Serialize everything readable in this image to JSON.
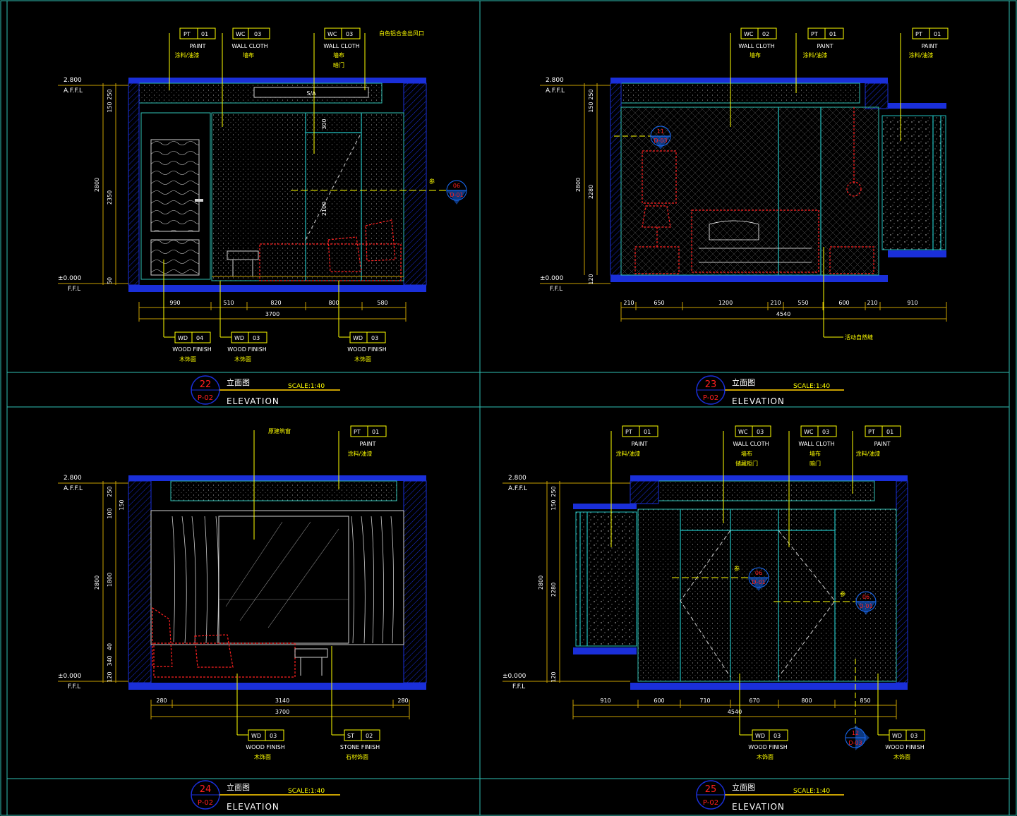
{
  "sheet": {
    "colors": {
      "background": "#000000",
      "frame": "#2fbfb4",
      "wall": "#1a2fd9",
      "dimension": "#c8a000",
      "leader": "#ffff00",
      "text": "#ffffff",
      "furniture": "#ff2020",
      "glass": "#20c0c0"
    }
  },
  "panels": [
    {
      "id": "p22",
      "number": "22",
      "sheet_ref": "P-02",
      "title_cn": "立面图",
      "title_en": "ELEVATION",
      "scale": "SCALE:1:40",
      "level_top": "2.800",
      "level_top_label": "A.F.F.L",
      "level_bottom": "±0.000",
      "level_bottom_label": "F.F.L",
      "vertical_dims": [
        "250",
        "150",
        "2800",
        "2350",
        "2100",
        "50",
        "300"
      ],
      "horizontal_dims": [
        "990",
        "510",
        "820",
        "800",
        "580"
      ],
      "total_dim": "3700",
      "top_tags": [
        {
          "code": "PT",
          "num": "01",
          "en": "PAINT",
          "cn": "涂料/油漆",
          "cn2": ""
        },
        {
          "code": "WC",
          "num": "03",
          "en": "WALL CLOTH",
          "cn": "墙布",
          "cn2": ""
        },
        {
          "code": "WC",
          "num": "03",
          "en": "WALL CLOTH",
          "cn": "墙布",
          "cn2": "暗门"
        }
      ],
      "top_note": "白色铝合金出风口",
      "vent_label": "S/A",
      "section_mark": {
        "num": "06",
        "ref": "D-01",
        "prefix": "参"
      },
      "bottom_tags": [
        {
          "code": "WD",
          "num": "04",
          "en": "WOOD FINISH",
          "cn": "木饰面"
        },
        {
          "code": "WD",
          "num": "03",
          "en": "WOOD FINISH",
          "cn": "木饰面"
        },
        {
          "code": "WD",
          "num": "03",
          "en": "WOOD FINISH",
          "cn": "木饰面"
        }
      ]
    },
    {
      "id": "p23",
      "number": "23",
      "sheet_ref": "P-02",
      "title_cn": "立面图",
      "title_en": "ELEVATION",
      "scale": "SCALE:1:40",
      "level_top": "2.800",
      "level_top_label": "A.F.F.L",
      "level_bottom": "±0.000",
      "level_bottom_label": "F.F.L",
      "vertical_dims": [
        "250",
        "150",
        "2800",
        "2280",
        "120"
      ],
      "horizontal_dims": [
        "210",
        "650",
        "1200",
        "210",
        "550",
        "600",
        "210",
        "910"
      ],
      "total_dim": "4540",
      "top_tags": [
        {
          "code": "WC",
          "num": "02",
          "en": "WALL CLOTH",
          "cn": "墙布",
          "cn2": ""
        },
        {
          "code": "PT",
          "num": "01",
          "en": "PAINT",
          "cn": "涂料/油漆",
          "cn2": ""
        },
        {
          "code": "PT",
          "num": "01",
          "en": "PAINT",
          "cn": "涂料/油漆",
          "cn2": ""
        }
      ],
      "section_mark": {
        "num": "11",
        "ref": "D-03",
        "prefix": ""
      },
      "bottom_note": "活动自然缝"
    },
    {
      "id": "p24",
      "number": "24",
      "sheet_ref": "P-02",
      "title_cn": "立面图",
      "title_en": "ELEVATION",
      "scale": "SCALE:1:40",
      "level_top": "2.800",
      "level_top_label": "A.F.F.L",
      "level_bottom": "±0.000",
      "level_bottom_label": "F.F.L",
      "vertical_dims": [
        "250",
        "150",
        "100",
        "2800",
        "1800",
        "40",
        "340",
        "120"
      ],
      "horizontal_dims": [
        "280",
        "3140",
        "280"
      ],
      "total_dim": "3700",
      "top_note": "原建筑窗",
      "top_tags": [
        {
          "code": "PT",
          "num": "01",
          "en": "PAINT",
          "cn": "涂料/油漆",
          "cn2": ""
        }
      ],
      "bottom_tags": [
        {
          "code": "WD",
          "num": "03",
          "en": "WOOD FINISH",
          "cn": "木饰面"
        },
        {
          "code": "ST",
          "num": "02",
          "en": "STONE FINISH",
          "cn": "石材饰面"
        }
      ]
    },
    {
      "id": "p25",
      "number": "25",
      "sheet_ref": "P-02",
      "title_cn": "立面图",
      "title_en": "ELEVATION",
      "scale": "SCALE:1:40",
      "level_top": "2.800",
      "level_top_label": "A.F.F.L",
      "level_bottom": "±0.000",
      "level_bottom_label": "F.F.L",
      "vertical_dims": [
        "250",
        "150",
        "2800",
        "2280",
        "120"
      ],
      "horizontal_dims": [
        "910",
        "600",
        "710",
        "670",
        "800",
        "850"
      ],
      "total_dim": "4540",
      "top_tags": [
        {
          "code": "PT",
          "num": "01",
          "en": "PAINT",
          "cn": "涂料/油漆",
          "cn2": ""
        },
        {
          "code": "WC",
          "num": "03",
          "en": "WALL CLOTH",
          "cn": "墙布",
          "cn2": "储藏柜门"
        },
        {
          "code": "WC",
          "num": "03",
          "en": "WALL CLOTH",
          "cn": "墙布",
          "cn2": "暗门"
        },
        {
          "code": "PT",
          "num": "01",
          "en": "PAINT",
          "cn": "涂料/油漆",
          "cn2": ""
        }
      ],
      "section_marks": [
        {
          "num": "06",
          "ref": "D-01",
          "prefix": "参"
        },
        {
          "num": "06",
          "ref": "D-01",
          "prefix": "参"
        }
      ],
      "bottom_section_mark": {
        "num": "12",
        "ref": "D-03"
      },
      "bottom_tags": [
        {
          "code": "WD",
          "num": "03",
          "en": "WOOD FINISH",
          "cn": "木饰面"
        },
        {
          "code": "WD",
          "num": "03",
          "en": "WOOD FINISH",
          "cn": "木饰面"
        }
      ]
    }
  ]
}
